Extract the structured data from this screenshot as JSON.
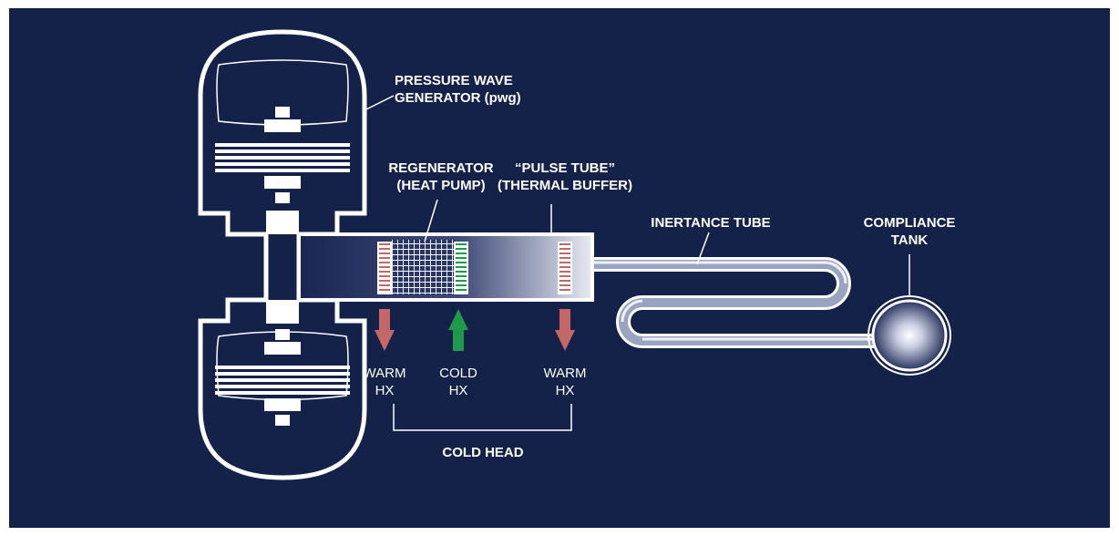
{
  "colors": {
    "background": "#14224a",
    "line": "#ffffff",
    "warm_accent": "#c46767",
    "cold_accent": "#1f9a4a"
  },
  "labels": {
    "pwg_line1": "PRESSURE WAVE",
    "pwg_line2": "GENERATOR (pwg)",
    "regen_line1": "REGENERATOR",
    "regen_line2": "(HEAT PUMP)",
    "pulse_line1": "“PULSE TUBE”",
    "pulse_line2": "(THERMAL BUFFER)",
    "inertance": "INERTANCE TUBE",
    "compliance_line1": "COMPLIANCE",
    "compliance_line2": "TANK",
    "warm1_line1": "WARM",
    "warm1_line2": "HX",
    "cold_line1": "COLD",
    "cold_line2": "HX",
    "warm2_line1": "WARM",
    "warm2_line2": "HX",
    "cold_head": "COLD HEAD"
  },
  "icons": {
    "warm_arrow_1": "arrow-down-icon",
    "cold_arrow": "arrow-up-icon",
    "warm_arrow_2": "arrow-down-icon"
  }
}
